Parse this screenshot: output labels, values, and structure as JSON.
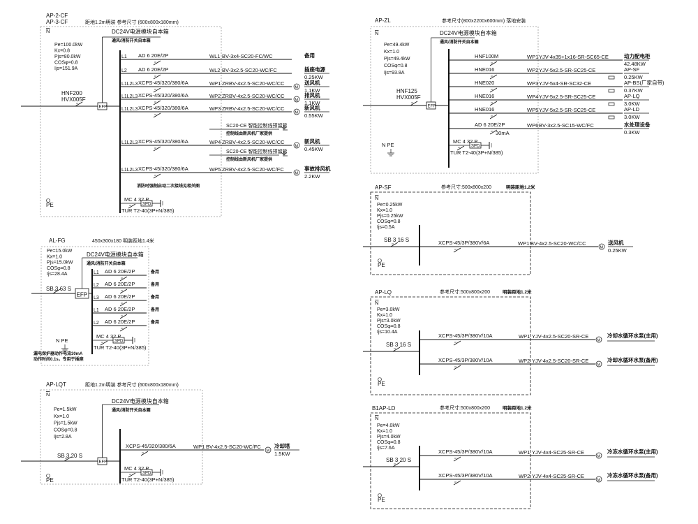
{
  "symbols": {
    "motor": "M",
    "efp": "EFP",
    "spd": "SPD",
    "pe": "PE",
    "n_pe": "N  PE"
  },
  "panels": [
    {
      "id_lines": [
        "AP-2-CF",
        "AP-3-CF"
      ],
      "note": "距地1.2m明装 参考尺寸 (600x800x180mm)",
      "n_label": "N",
      "stats": [
        "Pe=100.0kW",
        "Kx=0.8",
        "Pjs=80.0kW",
        "COSφ=0.8",
        "Ijs=151.9A"
      ],
      "incoming": [
        "HNF200",
        "HVX005F"
      ],
      "dc24v": "DC24V电源模块自本箱",
      "dc24v_sub": "通风/消防开关自本箱",
      "circuits": [
        {
          "phase": "L1",
          "breaker": "AD 6 20E/2P",
          "code": "WL1",
          "cable": "BV-3x4-SC20-FC/WC",
          "load": "备用",
          "power": "",
          "icon": "none"
        },
        {
          "phase": "L2",
          "breaker": "AD 6 20E/2P",
          "code": "WL2",
          "cable": "BV-3x2.5-SC20-WC/FC",
          "load": "插座电源",
          "power": "0.25KW",
          "icon": "none"
        },
        {
          "phase": "L1L2L3",
          "breaker": "XCPS-45/320/380/6A",
          "code": "WP1",
          "cable": "ZRBV-4x2.5-SC20-WC/CC",
          "load": "送风机",
          "power": "1.1KW",
          "icon": "motor-icon"
        },
        {
          "phase": "L1L2L3",
          "breaker": "XCPS-45/320/380/6A",
          "code": "WP2",
          "cable": "ZRBV-4x2.5-SC20-WC/CC",
          "load": "排风机",
          "power": "1.1KW",
          "icon": "motor-icon"
        },
        {
          "phase": "L1L2L3",
          "breaker": "XCPS-45/320/380/6A",
          "code": "WP3",
          "cable": "ZRBV-4x2.5-SC20-WC/CC",
          "load": "新风机",
          "power": "0.55KW",
          "icon": "motor-icon"
        },
        {
          "phase": "L1L2L3",
          "breaker": "XCPS-45/320/380/6A",
          "code": "WP4",
          "cable": "ZRBV-4x2.5-SC20-WC/CC",
          "load": "新风机",
          "power": "0.45KW",
          "icon": "motor-icon"
        },
        {
          "phase": "L1L2L3",
          "breaker": "XCPS-45/320/380/6A",
          "code": "WP5",
          "cable": "ZRBV-4x2.5-SC20-WC/FC",
          "load": "事故排风机",
          "power": "2.2KW",
          "icon": "motor-icon"
        }
      ],
      "control_lines": [
        {
          "line1": "SC20-CE 智能控制线预留管",
          "line2": "控制线由新风机厂家提供"
        },
        {
          "line1": "SC20-CE 智能控制线预留管",
          "line2": "控制线由新风机厂家提供"
        }
      ],
      "footnote": "消防时强制启动二次接线见相关图",
      "spd": {
        "breaker": "MC 4 32 P",
        "model": "TUR T2-40(3P+N/385)"
      }
    },
    {
      "id_lines": [
        "AP-ZL"
      ],
      "note": "参考尺寸(800x2200x600mm) 落地安装",
      "n_label": "N",
      "stats": [
        "Pe=49.4kW",
        "Kx=1.0",
        "Pjs=49.4kW",
        "COSφ=0.8",
        "Ijs=93.8A"
      ],
      "incoming": [
        "HNF125",
        "HVX005F"
      ],
      "dc24v": "DC24V电源模块自本箱",
      "dc24v_sub": "通风/消防开关自本箱",
      "circuits": [
        {
          "phase": "",
          "breaker": "HNF100M",
          "code": "WP1",
          "cable": "YJV-4x35+1x16-SR-SC65-CE",
          "load": "动力配电柜",
          "power": "42.48KW",
          "icon": "none"
        },
        {
          "phase": "",
          "breaker": "HNE016",
          "code": "WP2",
          "cable": "YJV-5x2.5-SR-SC25-CE",
          "load": "AP-SF",
          "power": "0.25KW",
          "icon": "terminal-icon"
        },
        {
          "phase": "",
          "breaker": "HNE020",
          "code": "WP3",
          "cable": "YJV-5x4-SR-SC32-CE",
          "load": "AP-BS(厂家自带)",
          "power": "0.37KW",
          "icon": "terminal-icon"
        },
        {
          "phase": "",
          "breaker": "HNE016",
          "code": "WP4",
          "cable": "YJV-5x2.5-SR-SC25-CE",
          "load": "AP-LQ",
          "power": "3.0KW",
          "icon": "terminal-icon"
        },
        {
          "phase": "",
          "breaker": "HNE016",
          "code": "WP5",
          "cable": "YJV-5x2.5-SR-SC25-CE",
          "load": "AP-LD",
          "power": "3.0KW",
          "icon": "terminal-icon"
        },
        {
          "phase": "",
          "breaker": "AD 6 20E/2P",
          "sub": "30mA",
          "code": "WP6",
          "cable": "BV-3x2.5-SC15-WC/FC",
          "load": "水处理设备",
          "power": "0.3KW",
          "icon": "none"
        }
      ],
      "spd": {
        "breaker": "MC 4 32 P",
        "model": "TUR T2-40(3P+N/385)"
      }
    },
    {
      "id_lines": [
        "AL-FG"
      ],
      "note": "450x300x180 明装距地1.4米",
      "stats": [
        "Pe=15.0kW",
        "Kx=1.0",
        "Pjs=15.0kW",
        "COSφ=0.8",
        "Ijs=28.4A"
      ],
      "incoming": [
        "SB 3 63 S"
      ],
      "dc24v": "DC24V电源模块自本箱",
      "dc24v_sub": "通风/消防开关自本箱",
      "circuits": [
        {
          "phase": "L1",
          "breaker": "AD 6 20E/2P",
          "load": "备用",
          "icon": "none"
        },
        {
          "phase": "L2",
          "breaker": "AD 6 20E/2P",
          "load": "备用",
          "icon": "none"
        },
        {
          "phase": "L3",
          "breaker": "AD 6 20E/2P",
          "load": "备用",
          "icon": "none"
        },
        {
          "phase": "L1",
          "breaker": "AD 6 20E/2P",
          "load": "备用",
          "icon": "none"
        },
        {
          "phase": "L2",
          "breaker": "AD 6 20E/2P",
          "load": "备用",
          "icon": "none"
        }
      ],
      "footnotes": [
        "漏电保护器动作电流30mA",
        "动作时间0.1s，专用于插座"
      ],
      "spd": {
        "breaker": "MC 4 32 P",
        "model": "TUR T2-40(3P+N/385)"
      }
    },
    {
      "id_lines": [
        "AP-LQT"
      ],
      "note": "距地1.2m明装 参考尺寸 (600x800x180mm)",
      "n_label": "N",
      "stats": [
        "Pe=1.5kW",
        "Kx=1.0",
        "Pjs=1.5kW",
        "COSφ=0.8",
        "Ijs=2.8A"
      ],
      "incoming": [
        "SB 3 20 S"
      ],
      "dc24v": "DC24V电源模块自本箱",
      "dc24v_sub": "通风/消防开关自本箱",
      "circuits": [
        {
          "phase": "",
          "breaker": "XCPS-45/320/380/6A",
          "code": "WP1",
          "cable": "BV-4x2.5-SC20-WC/FC",
          "load": "冷却塔",
          "power": "1.5KW",
          "icon": "motor-icon"
        }
      ],
      "spd": {
        "breaker": "MC 4 32 P",
        "model": "TUR T2-40(3P+N/385)"
      }
    },
    {
      "id_lines": [
        "AP-SF"
      ],
      "note": "参考尺寸:500x800x200",
      "note2": "明装距地1.2米",
      "n_label": "N",
      "stats": [
        "Pe=0.25kW",
        "Kx=1.0",
        "Pjs=0.25kW",
        "COSφ=0.8",
        "Ijs=0.5A"
      ],
      "incoming": [
        "SB 3 16 S"
      ],
      "circuits": [
        {
          "phase": "",
          "breaker": "XCPS-45/3P/380V/6A",
          "code": "WP1",
          "cable": "BV-4x2.5-SC20-WC/CC",
          "load": "送风机",
          "power": "0.25KW",
          "icon": "motor-icon"
        }
      ]
    },
    {
      "id_lines": [
        "AP-LQ"
      ],
      "note": "参考尺寸:500x800x200",
      "note2": "明装距地1.2米",
      "n_label": "N",
      "stats": [
        "Pe=3.0kW",
        "Kx=1.0",
        "Pjs=3.0kW",
        "COSφ=0.8",
        "Ijs=10.4A"
      ],
      "incoming": [
        "SB 3 16 S"
      ],
      "circuits": [
        {
          "phase": "",
          "breaker": "XCPS-45/3P/380V/10A",
          "code": "WP1",
          "cable": "YJV-4x2.5-SC20-SR-CE",
          "load": "冷却水循环水泵(主用)",
          "power": "",
          "icon": "motor-icon"
        },
        {
          "phase": "",
          "breaker": "XCPS-45/3P/380V/10A",
          "code": "WP2",
          "cable": "YJV-4x2.5-SC20-SR-CE",
          "load": "冷却水循环水泵(备用)",
          "power": "",
          "icon": "motor-icon"
        }
      ]
    },
    {
      "id_lines": [
        "B1AP-LD"
      ],
      "note": "参考尺寸:500x800x200",
      "note2": "明装距地1.2米",
      "n_label": "N",
      "stats": [
        "Pe=4.0kW",
        "Kx=1.0",
        "Pjs=4.0kW",
        "COSφ=0.8",
        "Ijs=7.6A"
      ],
      "incoming": [
        "SB 3 20 S"
      ],
      "circuits": [
        {
          "phase": "",
          "breaker": "XCPS-45/3P/380V/10A",
          "code": "WP1",
          "cable": "YJV-4x4-SC25-SR-CE",
          "load": "冷冻水循环水泵(主用)",
          "power": "",
          "icon": "motor-icon"
        },
        {
          "phase": "",
          "breaker": "XCPS-45/3P/380V/10A",
          "code": "WP2",
          "cable": "YJV-4x4-SC25-SR-CE",
          "load": "冷冻水循环水泵(备用)",
          "power": "",
          "icon": "motor-icon"
        }
      ]
    }
  ]
}
